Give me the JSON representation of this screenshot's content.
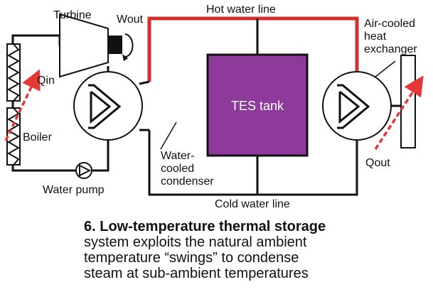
{
  "labels": {
    "turbine": "Turbine",
    "wout": "Wout",
    "hot_water_line": "Hot water line",
    "qin": "Qin",
    "boiler": "Boiler",
    "tes_tank": "TES tank",
    "water_cooled_condenser": [
      "Water-",
      "cooled",
      "condenser"
    ],
    "air_cooled_heat_exchanger": [
      "Air-cooled",
      "heat",
      "exchanger"
    ],
    "qout": "Qout",
    "water_pump": "Water pump",
    "cold_water_line": "Cold water line"
  },
  "caption": {
    "title": "6. Low-temperature thermal storage",
    "lines": [
      "system exploits the natural ambient",
      "temperature “swings” to condense",
      "steam at sub-ambient temperatures"
    ]
  },
  "colors": {
    "hot_line": "#d32f2f",
    "tes_fill": "#8e3a9a",
    "arrow": "#e53935",
    "line": "#111111"
  },
  "icons": [
    "rotation-arrow-icon",
    "pump-icon",
    "heat-arrow-icon"
  ]
}
